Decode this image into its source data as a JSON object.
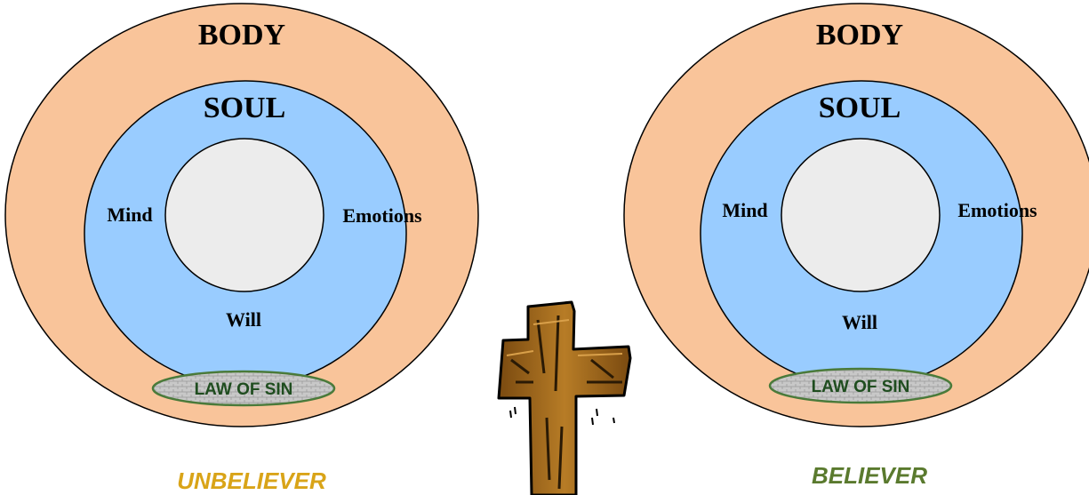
{
  "colors": {
    "body_fill": "#f9c49a",
    "soul_fill": "#99ccff",
    "spirit_fill": "#ececec",
    "law_border": "#4a7a3a",
    "law_text": "#1f4d1f",
    "unbeliever_label": "#d9a418",
    "believer_label": "#5a7a2e",
    "cross_wood": "#a06a1c",
    "outline": "#000000"
  },
  "left_diagram": {
    "body_label": "BODY",
    "soul_label": "SOUL",
    "mind_label": "Mind",
    "emotions_label": "Emotions",
    "will_label": "Will",
    "law_label": "LAW OF SIN",
    "caption": "UNBELIEVER"
  },
  "right_diagram": {
    "body_label": "BODY",
    "soul_label": "SOUL",
    "mind_label": "Mind",
    "emotions_label": "Emotions",
    "will_label": "Will",
    "law_label": "LAW OF SIN",
    "caption": "BELIEVER"
  },
  "center": {
    "icon": "wooden-cross-icon"
  }
}
